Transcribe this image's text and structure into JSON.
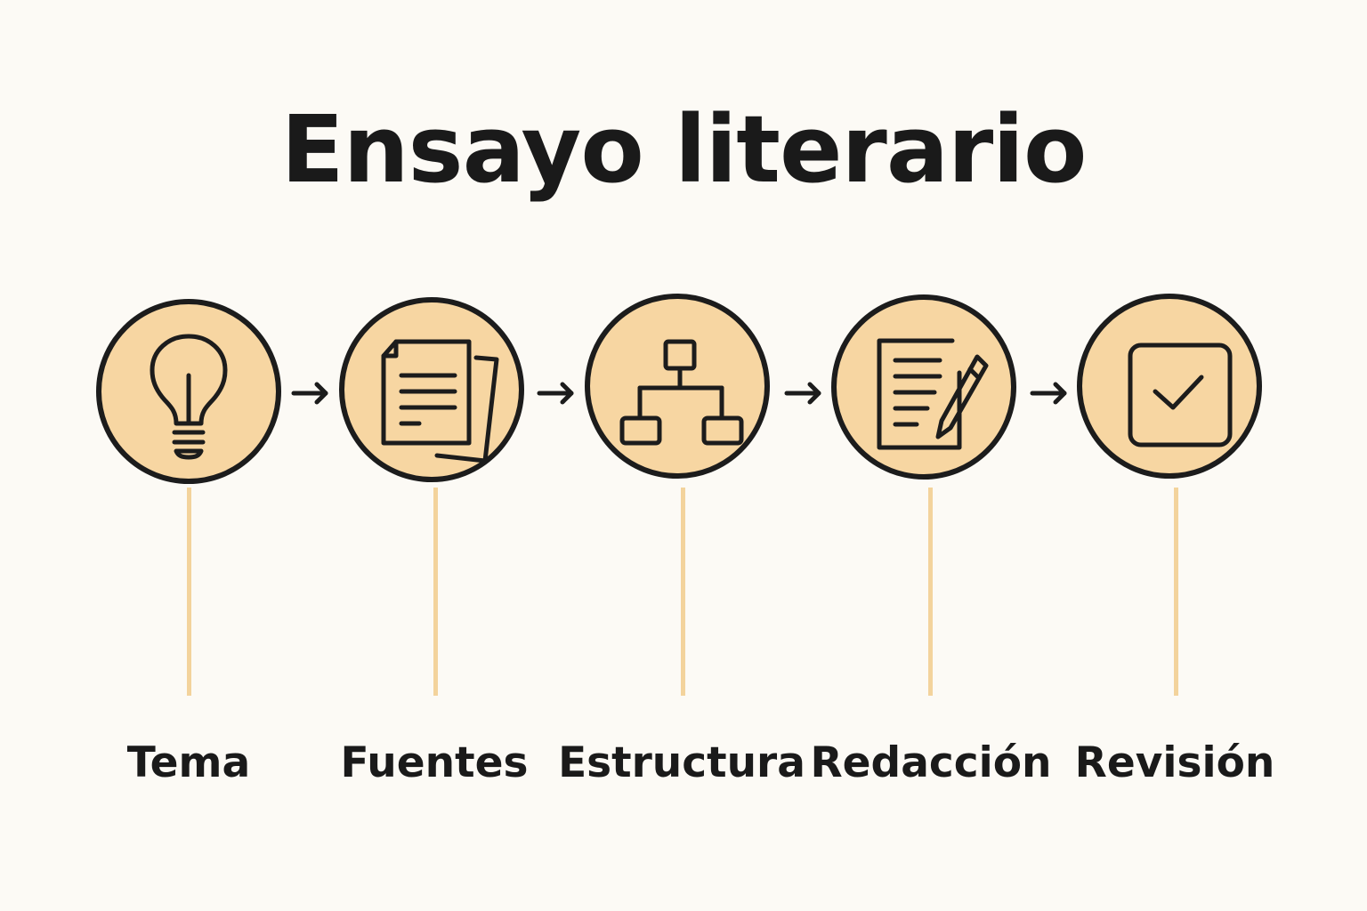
{
  "title": "Ensayo literario",
  "colors": {
    "background": "#fcfaf5",
    "circle_fill": "#f7d6a2",
    "outline": "#1c1c1c",
    "stem": "#f3d39c"
  },
  "stages": [
    {
      "label": "Tema",
      "icon": "lightbulb-icon"
    },
    {
      "label": "Fuentes",
      "icon": "documents-icon"
    },
    {
      "label": "Estructura",
      "icon": "hierarchy-icon"
    },
    {
      "label": "Redacción",
      "icon": "document-pencil-icon"
    },
    {
      "label": "Revisión",
      "icon": "checkbox-icon"
    }
  ]
}
